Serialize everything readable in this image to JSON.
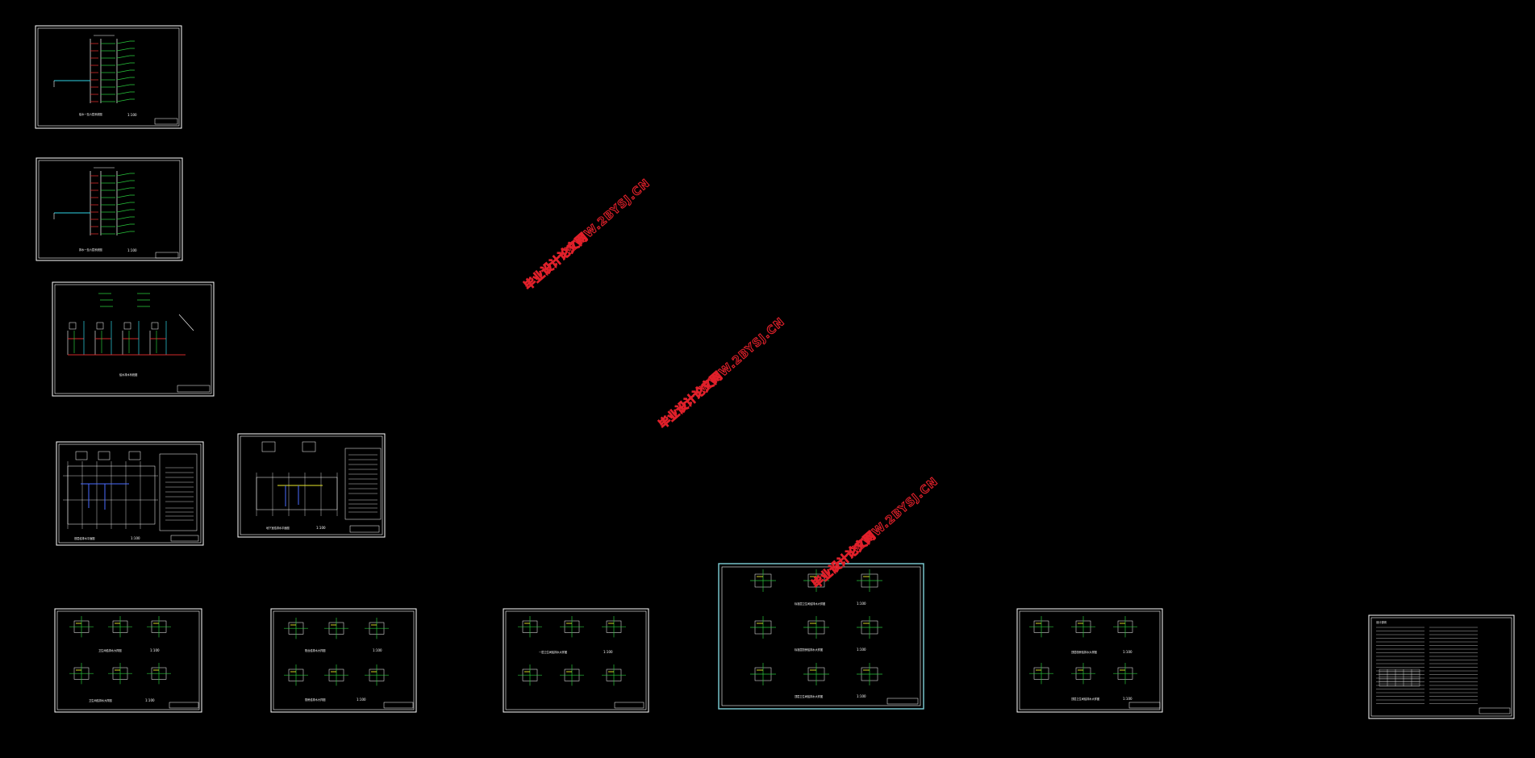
{
  "colors": {
    "background": "#000000",
    "frame": "#ffffff",
    "pipe_green": "#27c33a",
    "pipe_red": "#d22a2a",
    "pipe_cyan": "#2fd3e6",
    "pipe_yellow": "#e8e82a",
    "pipe_blue": "#4a6bff",
    "watermark": "#e0202a",
    "highlight_frame": "#7fd0d8"
  },
  "drawing": {
    "sheets": [
      {
        "id": "sheet-1",
        "kind": "riser",
        "title": "给水一至六层系统图",
        "scale": "1:100"
      },
      {
        "id": "sheet-2",
        "kind": "riser",
        "title": "排水一至六层系统图",
        "scale": "1:100"
      },
      {
        "id": "sheet-3",
        "kind": "system",
        "title": "给水排水系统图",
        "scale": ""
      },
      {
        "id": "sheet-4",
        "kind": "plan-table",
        "title": "首层给排水平面图",
        "scale": "1:100"
      },
      {
        "id": "sheet-5",
        "kind": "plan-table",
        "title": "地下室给排水平面图",
        "scale": "1:100"
      },
      {
        "id": "sheet-6",
        "kind": "detail",
        "title": "卫生间给排水大样图",
        "scale": "1:100",
        "sub_title": "卫生间给排水大样图",
        "sub_scale": "1:100"
      },
      {
        "id": "sheet-7",
        "kind": "detail",
        "title": "厨房给排水大样图",
        "scale": "1:100",
        "sub_title": "阳台给排水大样图",
        "sub_scale": "1:100"
      },
      {
        "id": "sheet-8",
        "kind": "detail-single",
        "title": "一层卫生间给排水大样图",
        "scale": "1:100"
      },
      {
        "id": "sheet-9",
        "kind": "detail-large",
        "title": "标准层卫生间给排水大样图",
        "scale": "1:100",
        "sub_title": "标准层厨房给排水大样图",
        "sub_scale": "1:100",
        "third_title": "顶层卫生间给排水大样图",
        "third_scale": "1:100"
      },
      {
        "id": "sheet-10",
        "kind": "detail",
        "title": "顶层卫生间给排水大样图",
        "scale": "1:100",
        "sub_title": "顶层厨房给排水大样图",
        "sub_scale": "1:100"
      },
      {
        "id": "sheet-11",
        "kind": "notes",
        "title": "设计说明",
        "scale": ""
      }
    ],
    "watermarks": [
      {
        "line1": "毕业设计论文网",
        "line2": "WWW.2BYSJ.CN"
      },
      {
        "line1": "毕业设计论文网",
        "line2": "WWW.2BYSJ.CN"
      },
      {
        "line1": "毕业设计论文网",
        "line2": "WWW.2BYSJ.CN"
      }
    ]
  }
}
